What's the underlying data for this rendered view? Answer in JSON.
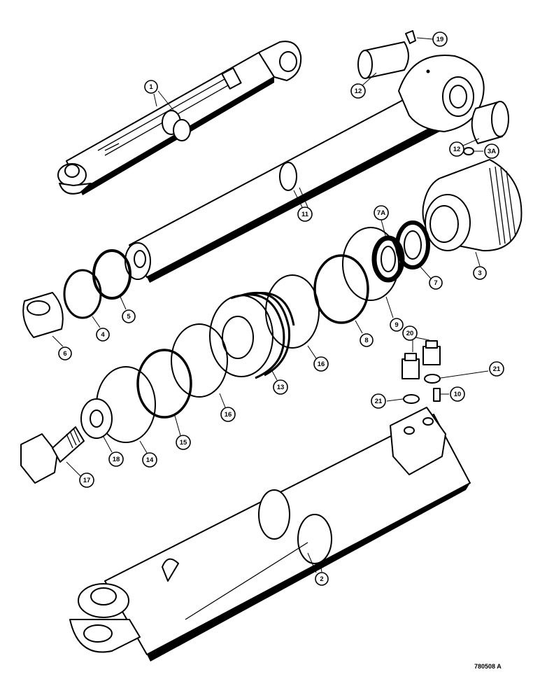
{
  "diagram": {
    "callouts": [
      {
        "id": "c-1",
        "label": "1"
      },
      {
        "id": "c-19",
        "label": "19"
      },
      {
        "id": "c-12a",
        "label": "12"
      },
      {
        "id": "c-12b",
        "label": "12"
      },
      {
        "id": "c-3a",
        "label": "3A"
      },
      {
        "id": "c-11",
        "label": "11"
      },
      {
        "id": "c-7a",
        "label": "7A"
      },
      {
        "id": "c-3",
        "label": "3"
      },
      {
        "id": "c-7",
        "label": "7"
      },
      {
        "id": "c-6",
        "label": "6"
      },
      {
        "id": "c-4",
        "label": "4"
      },
      {
        "id": "c-5",
        "label": "5"
      },
      {
        "id": "c-9",
        "label": "9"
      },
      {
        "id": "c-8",
        "label": "8"
      },
      {
        "id": "c-20",
        "label": "20"
      },
      {
        "id": "c-16a",
        "label": "16"
      },
      {
        "id": "c-13",
        "label": "13"
      },
      {
        "id": "c-21a",
        "label": "21"
      },
      {
        "id": "c-10",
        "label": "10"
      },
      {
        "id": "c-21b",
        "label": "21"
      },
      {
        "id": "c-16b",
        "label": "16"
      },
      {
        "id": "c-15",
        "label": "15"
      },
      {
        "id": "c-14",
        "label": "14"
      },
      {
        "id": "c-18",
        "label": "18"
      },
      {
        "id": "c-17",
        "label": "17"
      },
      {
        "id": "c-2",
        "label": "2"
      }
    ],
    "reference_code": "780508 A"
  }
}
